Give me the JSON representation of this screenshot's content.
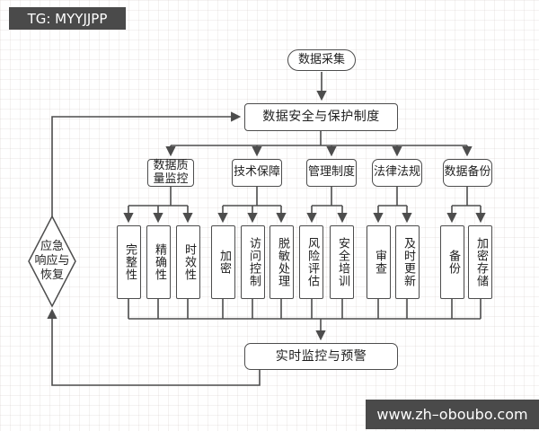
{
  "watermarks": {
    "top_left": "TG: MYYJJPP",
    "bottom_right": "www.zh–oboubo.com"
  },
  "colors": {
    "banner_bg": "#4a4a4a",
    "banner_text": "#ffffff",
    "line": "#4d4d4d",
    "node_border": "#4d4d4d",
    "node_fill": "#ffffff",
    "text": "#1f1f1f"
  },
  "diagram": {
    "type": "flowchart",
    "root_label": "数据采集",
    "main_label": "数据安全与保护制度",
    "categories": [
      {
        "label": "数据质量监控",
        "children": [
          "完整性",
          "精确性",
          "时效性"
        ]
      },
      {
        "label": "技术保障",
        "children": [
          "加密",
          "访问控制",
          "脱敏处理"
        ]
      },
      {
        "label": "管理制度",
        "children": [
          "风险评估",
          "安全培训"
        ]
      },
      {
        "label": "法律法规",
        "children": [
          "审查",
          "及时更新"
        ]
      },
      {
        "label": "数据备份",
        "children": [
          "备份",
          "加密存储"
        ]
      }
    ],
    "monitor_label": "实时监控与预警",
    "decision_label": "应急\n响应与\n恢复",
    "flow_notes": "数据采集 → 数据安全与保护制度 → 五个分支 → 各子项 → 实时监控与预警 → 应急响应与恢复 → 数据安全与保护制度"
  }
}
